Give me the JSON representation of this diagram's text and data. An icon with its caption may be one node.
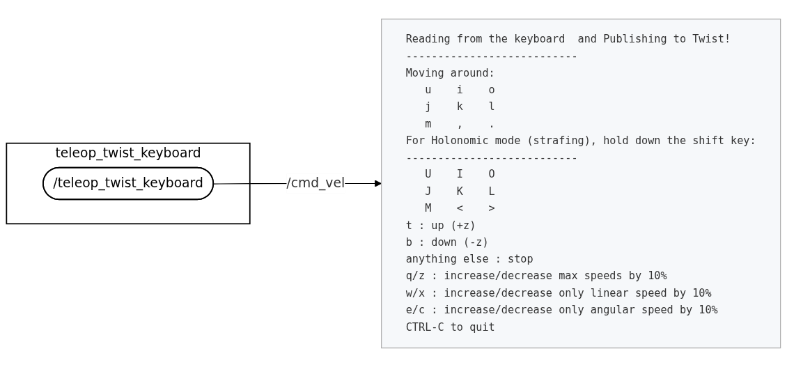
{
  "diagram": {
    "nodes": [
      {
        "text": [
          "teleop_twist_keyboard"
        ]
      },
      {
        "text": [
          "/teleop_twist_keyboard"
        ],
        "in": 0
      },
      {
        "text": [
          "Reading from the keyboard  and Publishing to Twist!",
          "---------------------------",
          "Moving around:",
          "   u    i    o",
          "   j    k    l",
          "   m    ,    .",
          "For Holonomic mode (strafing), hold down the shift key:",
          "---------------------------",
          "   U    I    O",
          "   J    K    L",
          "   M    <    >",
          "t : up (+z)",
          "b : down (-z)",
          "anything else : stop",
          "q/z : increase/decrease max speeds by 10%",
          "w/x : increase/decrease only linear speed by 10%",
          "e/c : increase/decrease only angular speed by 10%",
          "CTRL-C to quit"
        ]
      }
    ],
    "edges": [
      {
        "from": 1,
        "to": 2,
        "label": "/cmd_vel",
        "arrow": "to"
      }
    ]
  }
}
